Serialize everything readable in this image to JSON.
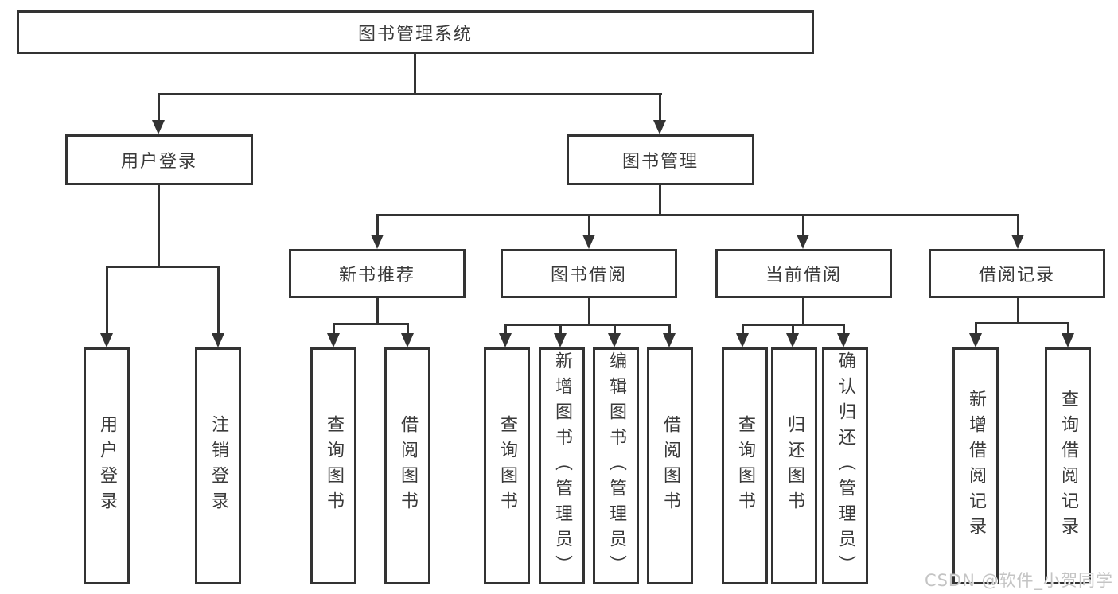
{
  "diagram": {
    "title": "图书管理系统",
    "nodes": {
      "root": "图书管理系统",
      "login": "用户登录",
      "management": "图书管理",
      "new_book": "新书推荐",
      "book_borrow": "图书借阅",
      "current_borrow": "当前借阅",
      "borrow_record": "借阅记录",
      "login_leaves": [
        "用户登录",
        "注销登录"
      ],
      "new_book_leaves": [
        "查询图书",
        "借阅图书"
      ],
      "book_borrow_leaves": [
        "查询图书",
        "新增图书（管理员）",
        "编辑图书（管理员）",
        "借阅图书"
      ],
      "current_borrow_leaves": [
        "查询图书",
        "归还图书",
        "确认归还（管理员）"
      ],
      "borrow_record_leaves": [
        "新增借阅记录",
        "查询借阅记录"
      ]
    },
    "colors": {
      "line": "#333333",
      "text": "#3a3a3a",
      "box_background": "#ffffff",
      "watermark": "#c4c4c4"
    },
    "watermark": "CSDN @软件_小贺同学"
  }
}
